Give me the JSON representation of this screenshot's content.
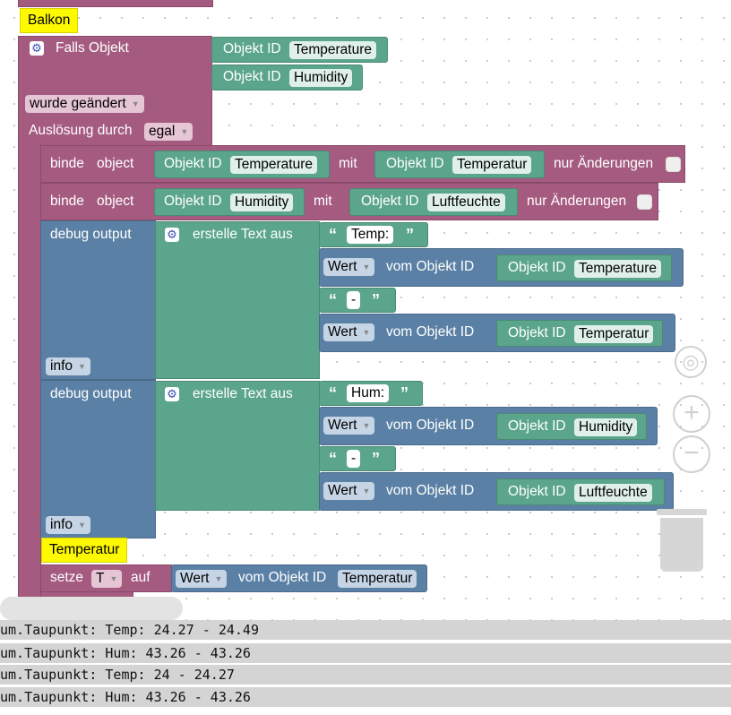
{
  "comments": {
    "balkon": "Balkon",
    "temperatur": "Temperatur"
  },
  "trigger": {
    "title": "Falls Objekt",
    "objekt_id_label": "Objekt ID",
    "id1": "Temperature",
    "id2": "Humidity",
    "changed": "wurde geändert",
    "ausloesung_label": "Auslösung durch",
    "ausloesung_value": "egal"
  },
  "bind1": {
    "label_binde": "binde",
    "label_object": "object",
    "objekt_id_label": "Objekt ID",
    "source": "Temperature",
    "mit": "mit",
    "target": "Temperatur",
    "only_changes": "nur Änderungen"
  },
  "bind2": {
    "label_binde": "binde",
    "label_object": "object",
    "objekt_id_label": "Objekt ID",
    "source": "Humidity",
    "mit": "mit",
    "target": "Luftfeuchte",
    "only_changes": "nur Änderungen"
  },
  "debug1": {
    "label": "debug output",
    "text_builder": "erstelle Text aus",
    "str1": "Temp:",
    "wert_label": "Wert",
    "vom_label": "vom Objekt ID",
    "objekt_id_label": "Objekt ID",
    "id1": "Temperature",
    "sep": "-",
    "id2": "Temperatur",
    "level": "info"
  },
  "debug2": {
    "label": "debug output",
    "text_builder": "erstelle Text aus",
    "str1": "Hum:",
    "wert_label": "Wert",
    "vom_label": "vom Objekt ID",
    "objekt_id_label": "Objekt ID",
    "id1": "Humidity",
    "sep": "-",
    "id2": "Luftfeuchte",
    "level": "info"
  },
  "setter": {
    "label": "setze",
    "var": "T",
    "auf": "auf",
    "wert_label": "Wert",
    "vom_label": "vom Objekt ID",
    "id": "Temperatur"
  },
  "quotes": {
    "open": "“",
    "close": "”"
  },
  "controls": {
    "center": "◎",
    "zoom_in": "+",
    "zoom_out": "−"
  },
  "log": [
    "um.Taupunkt: Temp: 24.27 - 24.49",
    "um.Taupunkt: Hum: 43.26 - 43.26",
    "um.Taupunkt: Temp: 24 - 24.27",
    "um.Taupunkt: Hum: 43.26 - 43.26"
  ]
}
